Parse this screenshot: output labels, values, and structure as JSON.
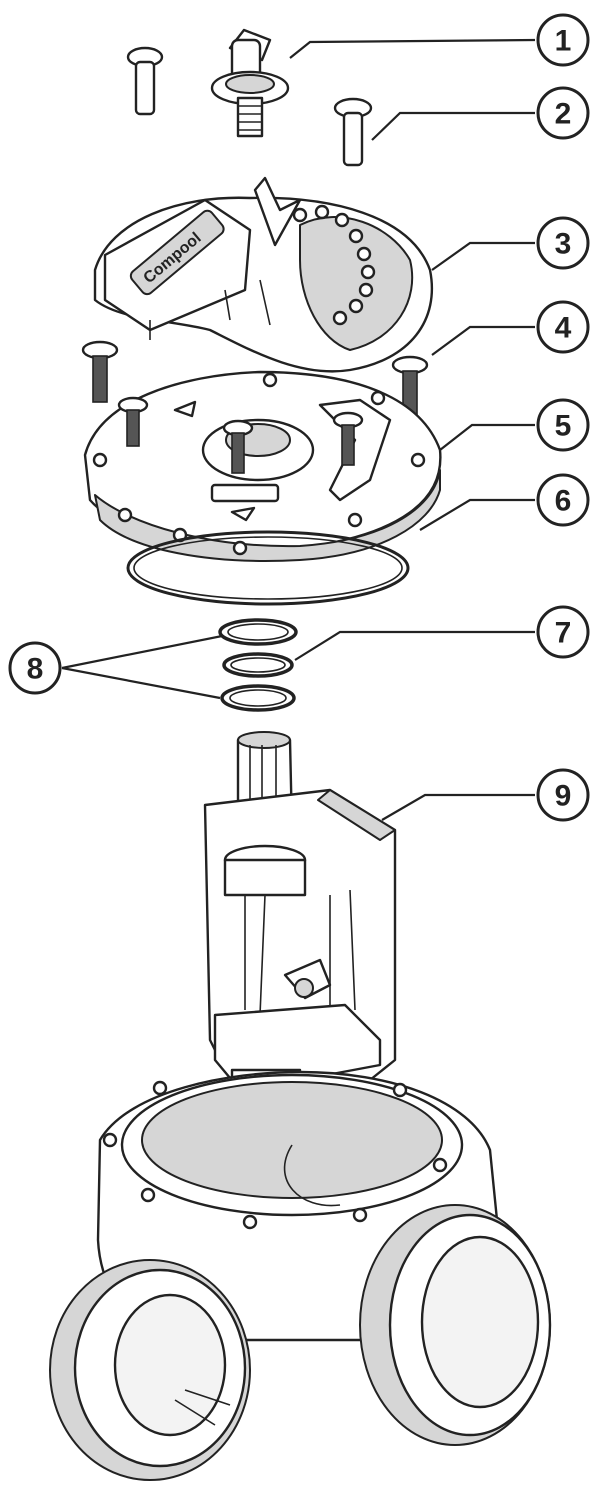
{
  "callouts": [
    {
      "number": "1"
    },
    {
      "number": "2"
    },
    {
      "number": "3"
    },
    {
      "number": "4"
    },
    {
      "number": "5"
    },
    {
      "number": "6"
    },
    {
      "number": "7"
    },
    {
      "number": "8"
    },
    {
      "number": "9"
    }
  ],
  "brand_logo": "Compool",
  "colors": {
    "line": "#222222",
    "shade": "#d6d6d6",
    "background": "#ffffff"
  }
}
